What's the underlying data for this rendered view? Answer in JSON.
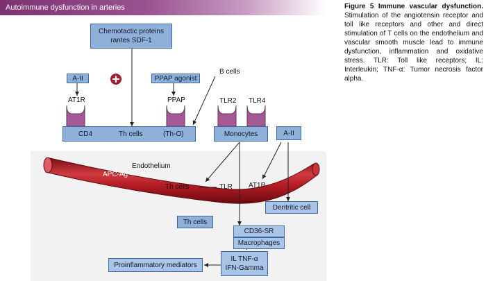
{
  "banner": {
    "title": "Autoimmune dysfunction in arteries"
  },
  "diagram": {
    "chemotactic": [
      "Chemotactic proteins",
      "rantes SDF-1"
    ],
    "a2_left": "A-II",
    "ppap_agonist": "PPAP agonist",
    "b_cells": "B cells",
    "at1r_top": "AT1R",
    "ppap": "PPAP",
    "tlr2": "TLR2",
    "tlr4": "TLR4",
    "bar": {
      "cd4": "CD4",
      "th_cells": "Th cells",
      "tho": "(Th-O)"
    },
    "monocytes": "Monocytes",
    "a2_right": "A-II",
    "endothelium": "Endothelium",
    "apc_ag": "APC-Ag",
    "th_cells_mid": "Th cells",
    "tlr_mid": "TLR",
    "at1r_mid": "AT1R",
    "dendritic": "Dentritic cell",
    "th_cells_box": "Th cells",
    "cd36": "CD36-SR",
    "macrophages": "Macrophages",
    "proinflammatory": "Proinflammatory mediators",
    "il_tnf": "IL TNF-α",
    "ifn": "IFN-Gamma",
    "colors": {
      "box": "#8fb0d9",
      "vessel": "#b31b24",
      "banner": "#7d3170"
    }
  },
  "caption": {
    "heading": "Figure 5  Immune vascular dysfunction.",
    "body": "Stimulation of the angiotensin receptor and toll like receptors and other and direct stimulation of T cells on the endothelium and vascular smooth muscle lead to immune dysfunction, inflammation and oxidative stress. TLR: Toll like receptors; IL: Interleukin; TNF-α: Tumor necrosis factor alpha."
  }
}
